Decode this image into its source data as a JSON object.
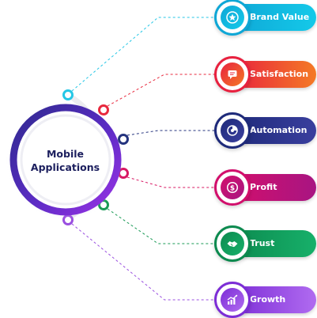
{
  "center": {
    "line1": "Mobile",
    "line2": "Applications"
  },
  "items": [
    {
      "label": "Brand Value",
      "icon": "star-badge-icon",
      "color_start": "#0fa7d6",
      "color_end": "#14c9e9",
      "node_color": "#25c7e6"
    },
    {
      "label": "Satisfaction",
      "icon": "chat-bubble-icon",
      "color_start": "#e8213f",
      "color_end": "#f47a25",
      "node_color": "#e8293e"
    },
    {
      "label": "Automation",
      "icon": "chart-gauge-icon",
      "color_start": "#1e2a7a",
      "color_end": "#3a3f9e",
      "node_color": "#24337e"
    },
    {
      "label": "Profit",
      "icon": "dollar-coin-icon",
      "color_start": "#d20f6c",
      "color_end": "#a81582",
      "node_color": "#d81763"
    },
    {
      "label": "Trust",
      "icon": "handshake-icon",
      "color_start": "#0c8a4f",
      "color_end": "#17b06a",
      "node_color": "#1a9a56"
    },
    {
      "label": "Growth",
      "icon": "growth-chart-icon",
      "color_start": "#7c2dd6",
      "color_end": "#b06bf0",
      "node_color": "#9a4fe0"
    }
  ]
}
